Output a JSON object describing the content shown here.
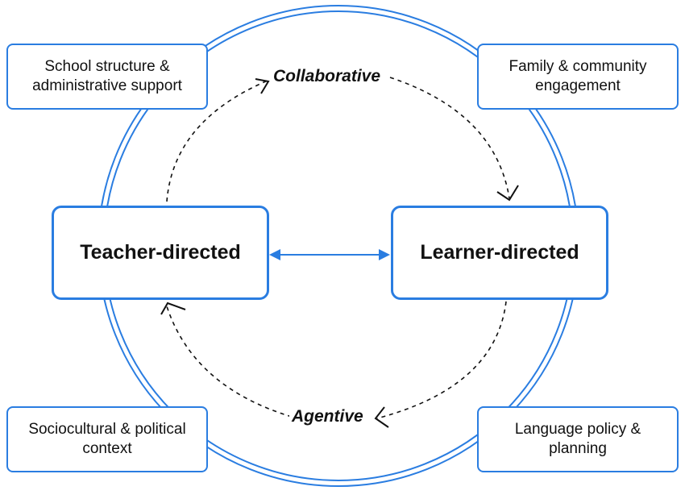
{
  "corners": {
    "top_left": "School structure & administrative support",
    "top_right": "Family & community engagement",
    "bottom_left": "Sociocultural & political context",
    "bottom_right": "Language policy & planning"
  },
  "main": {
    "left": "Teacher-directed",
    "right": "Learner-directed"
  },
  "cycle": {
    "top": "Collaborative",
    "bottom": "Agentive"
  },
  "colors": {
    "accent": "#2a7de1",
    "text": "#111111",
    "dashed": "#111111"
  }
}
